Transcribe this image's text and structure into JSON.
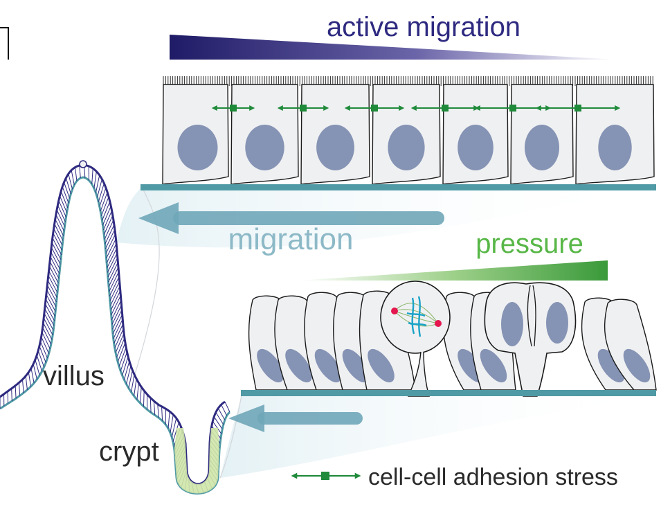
{
  "labels": {
    "active_migration": "active migration",
    "migration": "migration",
    "pressure": "pressure",
    "villus": "villus",
    "crypt": "crypt",
    "adhesion_legend": "cell-cell adhesion stress"
  },
  "colors": {
    "active_migration_text": "#2e2a80",
    "active_migration_bar": "#231f6e",
    "migration_arrow": "#6fa6b8",
    "migration_text": "#8db9c7",
    "pressure_text": "#58b747",
    "pressure_bar": "#3d9a3a",
    "adhesion_arrow": "#1f8a3a",
    "villus_outline": "#2e2a80",
    "crypt_fill": "#cfe6a8",
    "cell_fill": "#eff0f2",
    "nucleus_fill": "#8593b4",
    "basement": "#4f9aa5",
    "spindle_pole": "#e5174f",
    "chromosome": "#1aa3c8"
  }
}
